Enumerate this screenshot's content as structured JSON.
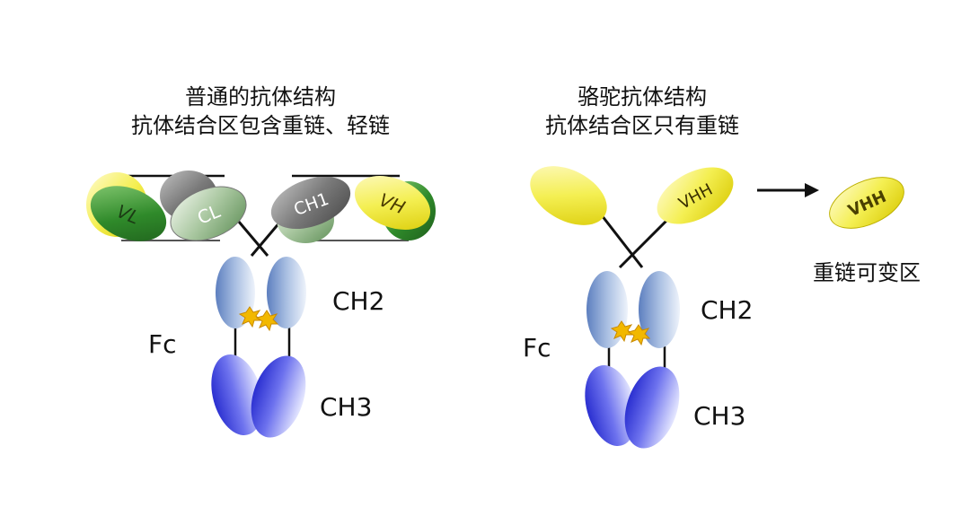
{
  "panels": {
    "conventional": {
      "title_line1": "普通的抗体结构",
      "title_line2": "抗体结合区包含重链、轻链",
      "domains": {
        "vl": "VL",
        "cl": "CL",
        "ch1": "CH1",
        "vh": "VH"
      },
      "labels": {
        "ch2": "CH2",
        "ch3": "CH3",
        "fc": "Fc"
      }
    },
    "camelid": {
      "title_line1": "骆驼抗体结构",
      "title_line2": "抗体结合区只有重链",
      "domains": {
        "vhh": "VHH"
      },
      "labels": {
        "ch2": "CH2",
        "ch3": "CH3",
        "fc": "Fc"
      },
      "nanobody": {
        "domain": "VHH",
        "caption": "重链可变区"
      }
    }
  },
  "colors": {
    "green": "#2f8a2a",
    "yellow": "#f0ea22",
    "gray": "#7a7a7a",
    "blue_light": "#a9bfe2",
    "blue_deep": "#4a4fe0",
    "spark": "#f2b800"
  }
}
